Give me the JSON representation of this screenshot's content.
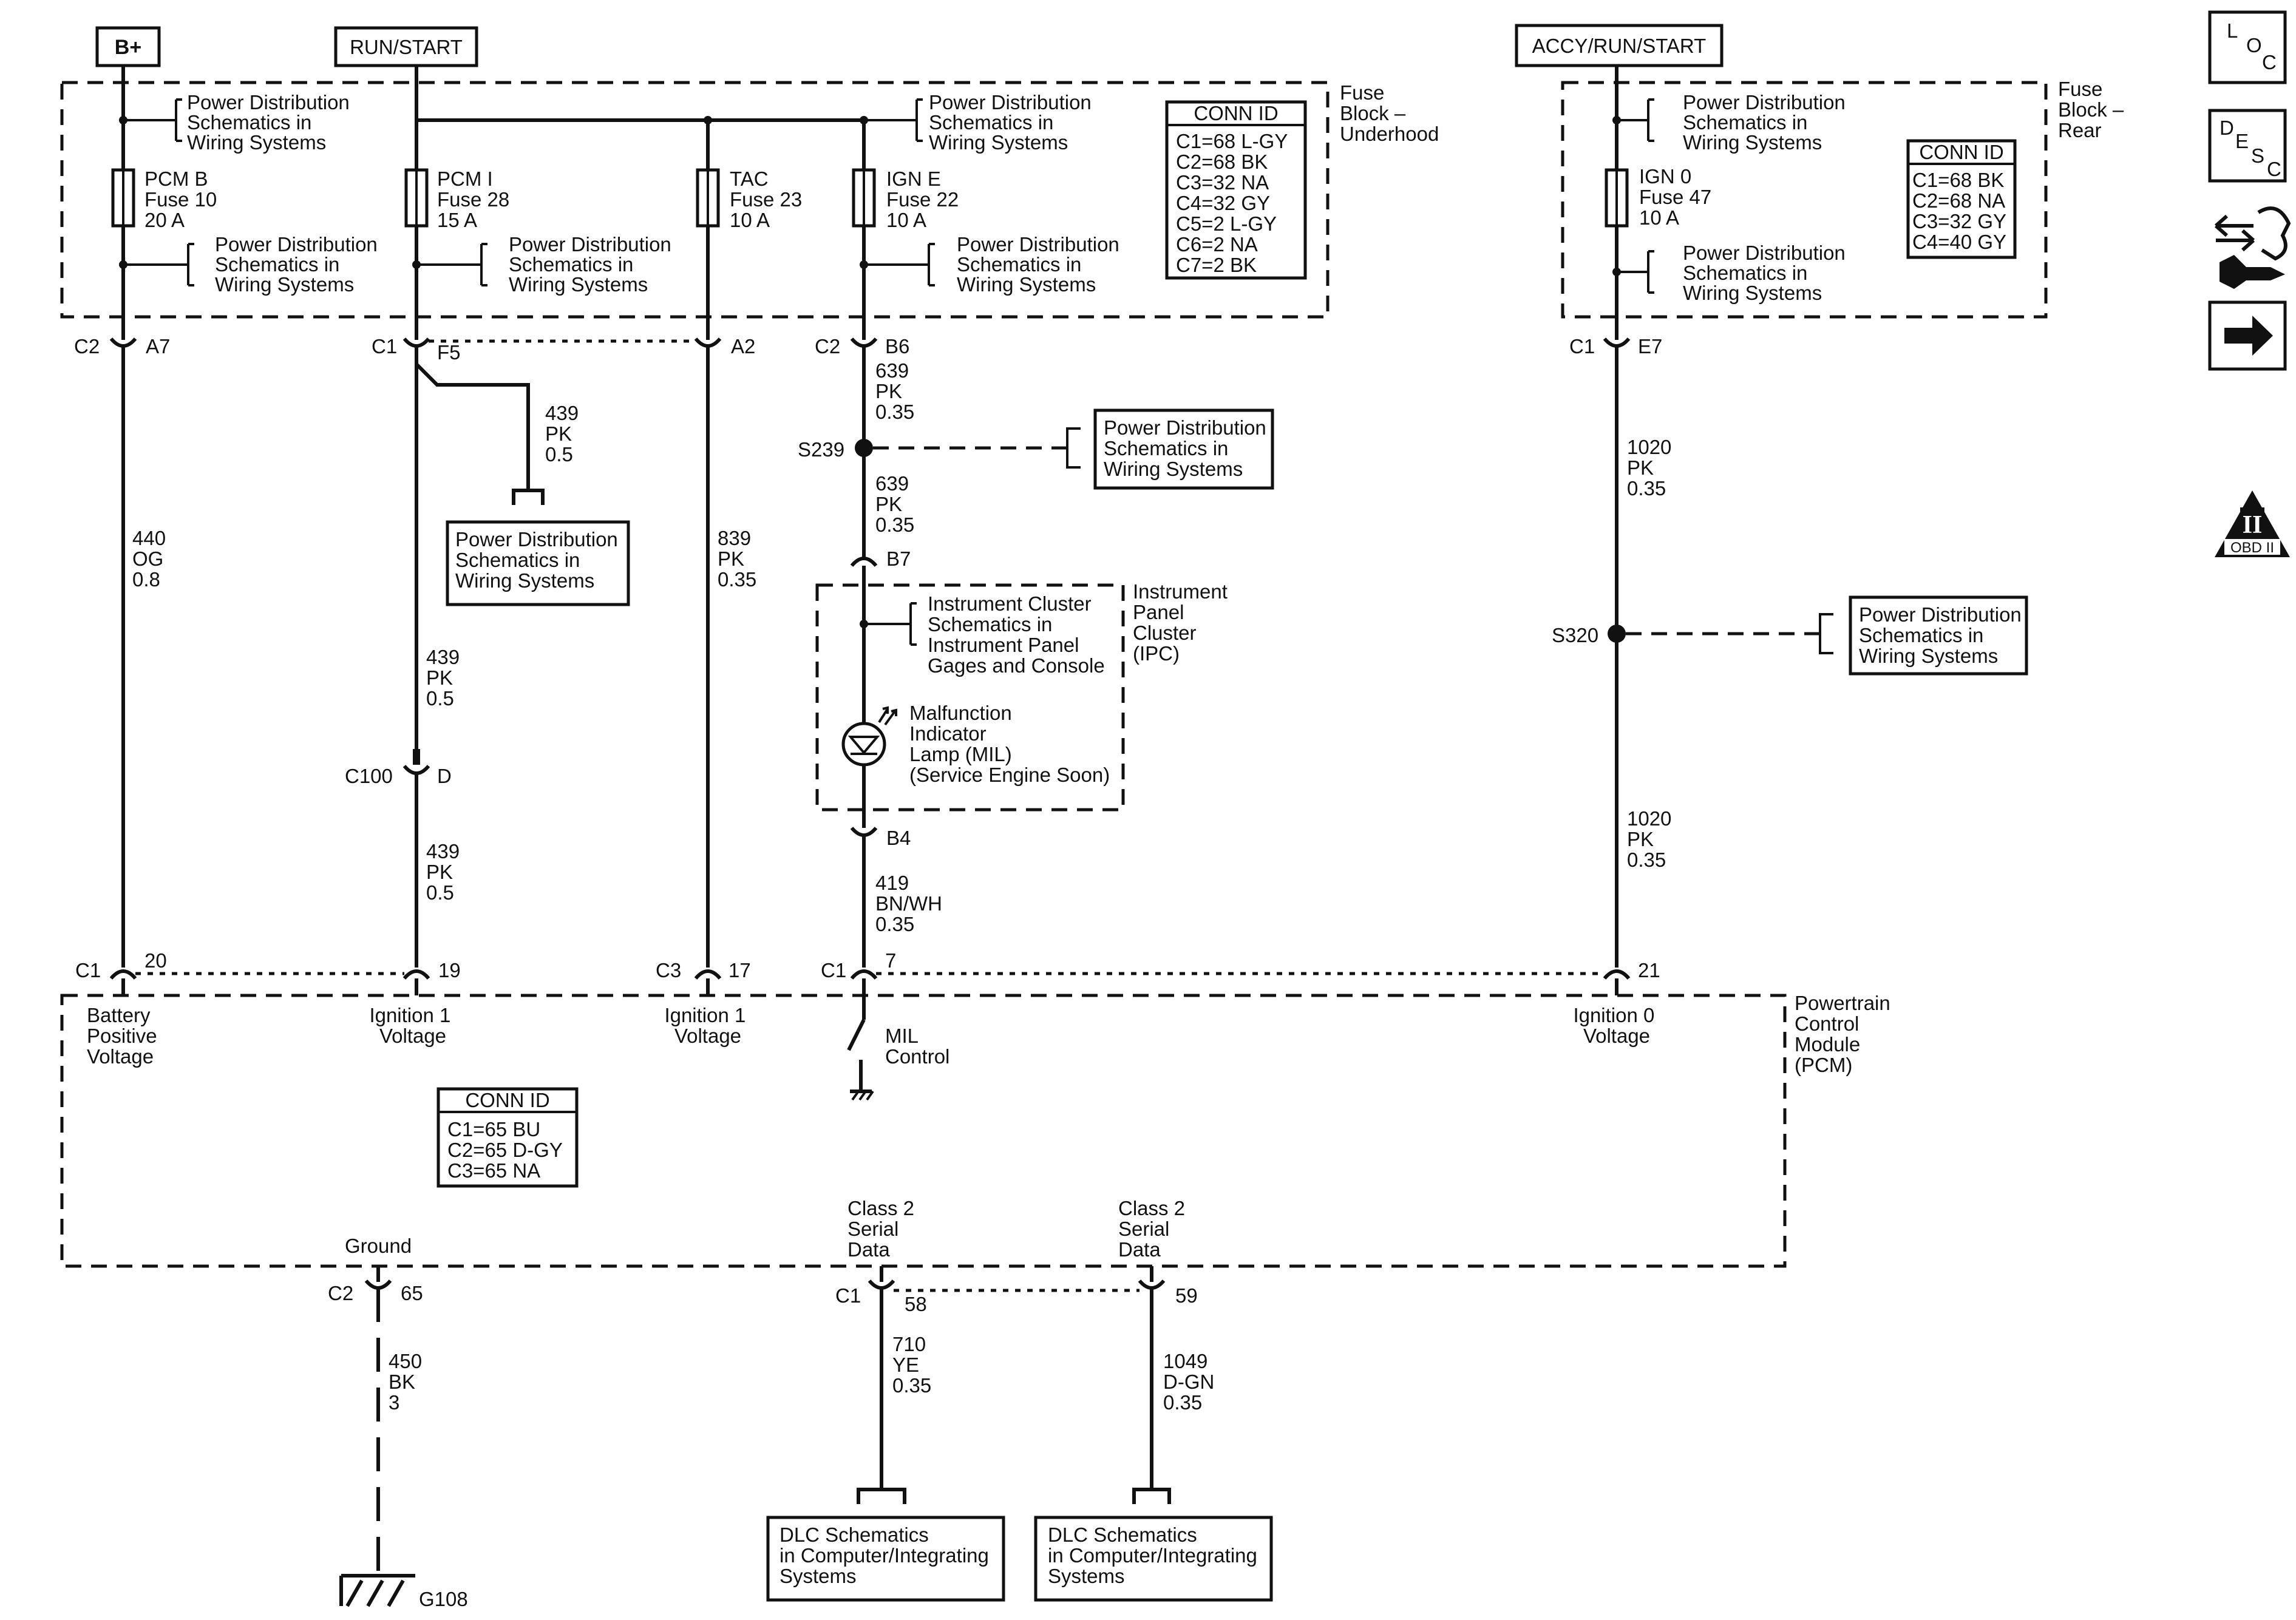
{
  "power_sources": {
    "bplus": "B+",
    "run_start": "RUN/START",
    "accy_run_start": "ACCY/RUN/START"
  },
  "fuse_block_underhood": {
    "title": [
      "Fuse",
      "Block –",
      "Underhood"
    ]
  },
  "fuse_block_rear": {
    "title": [
      "Fuse",
      "Block –",
      "Rear"
    ]
  },
  "pd_ref": [
    "Power Distribution",
    "Schematics in",
    "Wiring Systems"
  ],
  "fuses": {
    "pcm_b": [
      "PCM B",
      "Fuse 10",
      "20 A"
    ],
    "pcm_i": [
      "PCM I",
      "Fuse 28",
      "15 A"
    ],
    "tac": [
      "TAC",
      "Fuse 23",
      "10 A"
    ],
    "ign_e": [
      "IGN E",
      "Fuse 22",
      "10 A"
    ],
    "ign_0": [
      "IGN 0",
      "Fuse 47",
      "10 A"
    ]
  },
  "conn_id_underhood": {
    "title": "CONN ID",
    "rows": [
      "C1=68 L-GY",
      "C2=68 BK",
      "C3=32 NA",
      "C4=32 GY",
      "C5=2 L-GY",
      "C6=2 NA",
      "C7=2 BK"
    ]
  },
  "conn_id_rear": {
    "title": "CONN ID",
    "rows": [
      "C1=68 BK",
      "C2=68 NA",
      "C3=32 GY",
      "C4=40 GY"
    ]
  },
  "conn_id_pcm": {
    "title": "CONN ID",
    "rows": [
      "C1=65 BU",
      "C2=65 D-GY",
      "C3=65 NA"
    ]
  },
  "connectors": {
    "c2": "C2",
    "a7": "A7",
    "c1": "C1",
    "f5": "F5",
    "a2": "A2",
    "b6": "B6",
    "e7": "E7",
    "b7": "B7",
    "b4": "B4",
    "c100": "C100",
    "d": "D",
    "c3": "C3",
    "p20": "20",
    "p19": "19",
    "p17": "17",
    "p7": "7",
    "p21": "21",
    "p65": "65",
    "p58": "58",
    "p59": "59"
  },
  "splices": {
    "s239": "S239",
    "s320": "S320"
  },
  "wires": {
    "w440": [
      "440",
      "OG",
      "0.8"
    ],
    "w439": [
      "439",
      "PK",
      "0.5"
    ],
    "w839": [
      "839",
      "PK",
      "0.35"
    ],
    "w639": [
      "639",
      "PK",
      "0.35"
    ],
    "w419": [
      "419",
      "BN/WH",
      "0.35"
    ],
    "w1020": [
      "1020",
      "PK",
      "0.35"
    ],
    "w450": [
      "450",
      "BK",
      "3"
    ],
    "w710": [
      "710",
      "YE",
      "0.35"
    ],
    "w1049": [
      "1049",
      "D-GN",
      "0.35"
    ]
  },
  "ipc": {
    "title": [
      "Instrument",
      "Panel",
      "Cluster",
      "(IPC)"
    ],
    "ref": [
      "Instrument  Cluster",
      "Schematics in",
      "Instrument Panel",
      "Gages and Console"
    ],
    "mil": [
      "Malfunction",
      "Indicator",
      "Lamp (MIL)",
      "(Service Engine Soon)"
    ]
  },
  "pcm": {
    "title": [
      "Powertrain",
      "Control",
      "Module",
      "(PCM)"
    ],
    "battery": [
      "Battery",
      "Positive",
      "Voltage"
    ],
    "ign1": [
      "Ignition 1",
      "Voltage"
    ],
    "mil_control": [
      "MIL",
      "Control"
    ],
    "ign0": [
      "Ignition 0",
      "Voltage"
    ],
    "ground": "Ground",
    "class2": [
      "Class 2",
      "Serial",
      "Data"
    ]
  },
  "dlc_ref": [
    "DLC Schematics",
    "in Computer/Integrating",
    "Systems"
  ],
  "ground_label": "G108",
  "side_icons": {
    "loc": [
      "L",
      "O",
      "C"
    ],
    "desc": [
      "D",
      "E",
      "S",
      "C"
    ],
    "obd": "OBD II",
    "obd_numeral": "II"
  }
}
